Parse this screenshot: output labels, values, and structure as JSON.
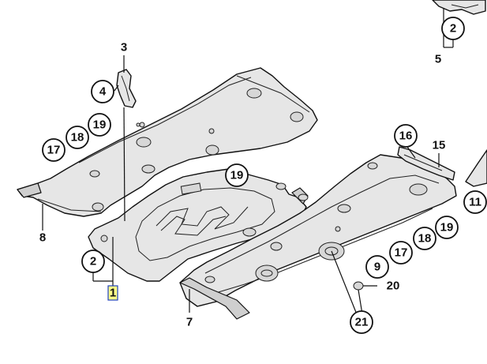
{
  "diagram": {
    "circled_callouts": [
      {
        "id": "c2-top",
        "text": "2"
      },
      {
        "id": "c4",
        "text": "4"
      },
      {
        "id": "c19-a",
        "text": "19"
      },
      {
        "id": "c18-a",
        "text": "18"
      },
      {
        "id": "c17-a",
        "text": "17"
      },
      {
        "id": "c19-b",
        "text": "19"
      },
      {
        "id": "c16",
        "text": "16"
      },
      {
        "id": "c11",
        "text": "11"
      },
      {
        "id": "c19-c",
        "text": "19"
      },
      {
        "id": "c18-b",
        "text": "18"
      },
      {
        "id": "c17-b",
        "text": "17"
      },
      {
        "id": "c9",
        "text": "9"
      },
      {
        "id": "c2-bottom",
        "text": "2"
      },
      {
        "id": "c21",
        "text": "21"
      }
    ],
    "plain_labels": [
      {
        "id": "l5",
        "text": "5"
      },
      {
        "id": "l3",
        "text": "3"
      },
      {
        "id": "l15",
        "text": "15"
      },
      {
        "id": "l8",
        "text": "8"
      },
      {
        "id": "l20",
        "text": "20"
      },
      {
        "id": "l7",
        "text": "7"
      }
    ],
    "highlighted_label": {
      "id": "l1",
      "text": "1",
      "highlight_fill": "#ffff88",
      "highlight_border": "#1f3fbf"
    }
  }
}
